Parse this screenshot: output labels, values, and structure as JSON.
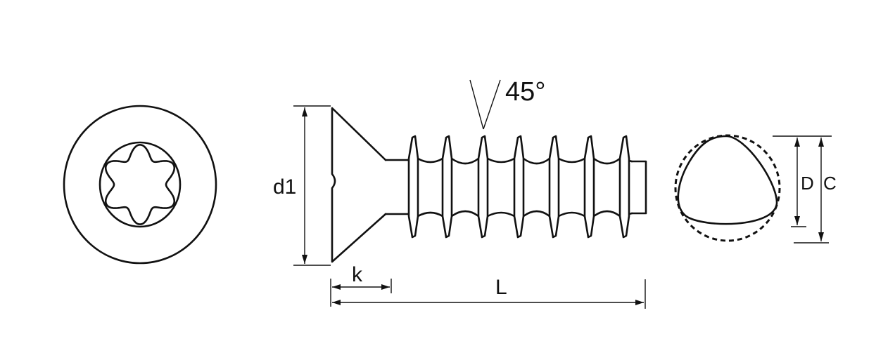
{
  "labels": {
    "angle": "45°",
    "head_diameter": "d1",
    "head_height": "k",
    "length": "L",
    "inscribed_diameter": "D",
    "circumscribed_diameter": "C"
  },
  "colors": {
    "line": "#111111",
    "background": "#ffffff"
  }
}
